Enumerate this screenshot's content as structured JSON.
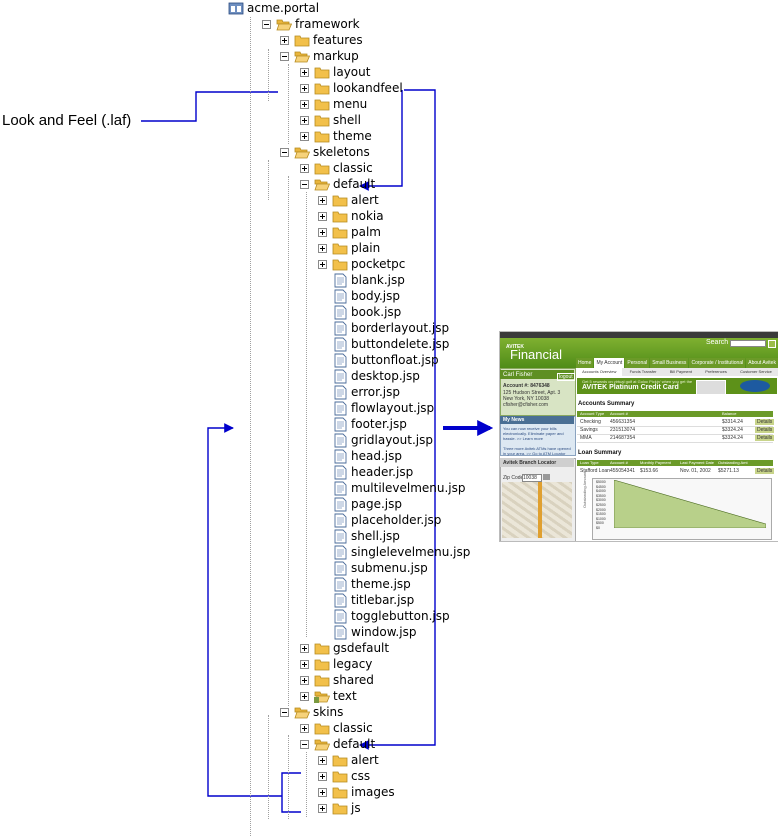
{
  "caption": "Look and Feel (.laf)",
  "tree": [
    {
      "label": "acme.portal",
      "level": 0,
      "toggle": "none",
      "icon": "portal"
    },
    {
      "label": "framework",
      "level": 1,
      "toggle": "minus",
      "icon": "folder-open"
    },
    {
      "label": "features",
      "level": 2,
      "toggle": "plus",
      "icon": "folder"
    },
    {
      "label": "markup",
      "level": 2,
      "toggle": "minus",
      "icon": "folder-open"
    },
    {
      "label": "layout",
      "level": 3,
      "toggle": "plus",
      "icon": "folder"
    },
    {
      "label": "lookandfeel",
      "level": 3,
      "toggle": "plus",
      "icon": "folder"
    },
    {
      "label": "menu",
      "level": 3,
      "toggle": "plus",
      "icon": "folder"
    },
    {
      "label": "shell",
      "level": 3,
      "toggle": "plus",
      "icon": "folder"
    },
    {
      "label": "theme",
      "level": 3,
      "toggle": "plus",
      "icon": "folder"
    },
    {
      "label": "skeletons",
      "level": 2,
      "toggle": "minus",
      "icon": "folder-open"
    },
    {
      "label": "classic",
      "level": 3,
      "toggle": "plus",
      "icon": "folder"
    },
    {
      "label": "default",
      "level": 3,
      "toggle": "minus",
      "icon": "folder-open"
    },
    {
      "label": "alert",
      "level": 4,
      "toggle": "plus",
      "icon": "folder"
    },
    {
      "label": "nokia",
      "level": 4,
      "toggle": "plus",
      "icon": "folder"
    },
    {
      "label": "palm",
      "level": 4,
      "toggle": "plus",
      "icon": "folder"
    },
    {
      "label": "plain",
      "level": 4,
      "toggle": "plus",
      "icon": "folder"
    },
    {
      "label": "pocketpc",
      "level": 4,
      "toggle": "plus",
      "icon": "folder"
    },
    {
      "label": "blank.jsp",
      "level": 4,
      "toggle": "none",
      "icon": "file"
    },
    {
      "label": "body.jsp",
      "level": 4,
      "toggle": "none",
      "icon": "file"
    },
    {
      "label": "book.jsp",
      "level": 4,
      "toggle": "none",
      "icon": "file"
    },
    {
      "label": "borderlayout.jsp",
      "level": 4,
      "toggle": "none",
      "icon": "file"
    },
    {
      "label": "buttondelete.jsp",
      "level": 4,
      "toggle": "none",
      "icon": "file"
    },
    {
      "label": "buttonfloat.jsp",
      "level": 4,
      "toggle": "none",
      "icon": "file"
    },
    {
      "label": "desktop.jsp",
      "level": 4,
      "toggle": "none",
      "icon": "file"
    },
    {
      "label": "error.jsp",
      "level": 4,
      "toggle": "none",
      "icon": "file"
    },
    {
      "label": "flowlayout.jsp",
      "level": 4,
      "toggle": "none",
      "icon": "file"
    },
    {
      "label": "footer.jsp",
      "level": 4,
      "toggle": "none",
      "icon": "file"
    },
    {
      "label": "gridlayout.jsp",
      "level": 4,
      "toggle": "none",
      "icon": "file"
    },
    {
      "label": "head.jsp",
      "level": 4,
      "toggle": "none",
      "icon": "file"
    },
    {
      "label": "header.jsp",
      "level": 4,
      "toggle": "none",
      "icon": "file"
    },
    {
      "label": "multilevelmenu.jsp",
      "level": 4,
      "toggle": "none",
      "icon": "file"
    },
    {
      "label": "page.jsp",
      "level": 4,
      "toggle": "none",
      "icon": "file"
    },
    {
      "label": "placeholder.jsp",
      "level": 4,
      "toggle": "none",
      "icon": "file"
    },
    {
      "label": "shell.jsp",
      "level": 4,
      "toggle": "none",
      "icon": "file"
    },
    {
      "label": "singlelevelmenu.jsp",
      "level": 4,
      "toggle": "none",
      "icon": "file"
    },
    {
      "label": "submenu.jsp",
      "level": 4,
      "toggle": "none",
      "icon": "file"
    },
    {
      "label": "theme.jsp",
      "level": 4,
      "toggle": "none",
      "icon": "file"
    },
    {
      "label": "titlebar.jsp",
      "level": 4,
      "toggle": "none",
      "icon": "file"
    },
    {
      "label": "togglebutton.jsp",
      "level": 4,
      "toggle": "none",
      "icon": "file"
    },
    {
      "label": "window.jsp",
      "level": 4,
      "toggle": "none",
      "icon": "file"
    },
    {
      "label": "gsdefault",
      "level": 3,
      "toggle": "plus",
      "icon": "folder"
    },
    {
      "label": "legacy",
      "level": 3,
      "toggle": "plus",
      "icon": "folder"
    },
    {
      "label": "shared",
      "level": 3,
      "toggle": "plus",
      "icon": "folder"
    },
    {
      "label": "text",
      "level": 3,
      "toggle": "plus",
      "icon": "folder-special"
    },
    {
      "label": "skins",
      "level": 2,
      "toggle": "minus",
      "icon": "folder-open"
    },
    {
      "label": "classic",
      "level": 3,
      "toggle": "plus",
      "icon": "folder"
    },
    {
      "label": "default",
      "level": 3,
      "toggle": "minus",
      "icon": "folder-open"
    },
    {
      "label": "alert",
      "level": 4,
      "toggle": "plus",
      "icon": "folder"
    },
    {
      "label": "css",
      "level": 4,
      "toggle": "plus",
      "icon": "folder"
    },
    {
      "label": "images",
      "level": 4,
      "toggle": "plus",
      "icon": "folder"
    },
    {
      "label": "js",
      "level": 4,
      "toggle": "plus",
      "icon": "folder"
    }
  ],
  "screenshot": {
    "brand": "AVITEK",
    "product": "Financial",
    "search_label": "Search",
    "nav_tabs": [
      "Home",
      "My Account",
      "Personal",
      "Small Business",
      "Corporate / Institutional",
      "About Avitek"
    ],
    "sub_tabs": [
      "Accounts Overview",
      "Funds Transfer",
      "Bill Payment",
      "Preferences",
      "Customer Service"
    ],
    "user_name": "Carl Fisher",
    "logout": "logout",
    "account_no": "Account #: 8476348",
    "address": [
      "125 Hudson Street, Apt. 3",
      "New York, NY 10038",
      "cfisher@cfisher.com"
    ],
    "promo": "AVITEK Platinum Credit Card",
    "promo_small": "Get 5 rewards on virtual golf at Goloc Pickin' when you get the",
    "news_title": "My News",
    "news_text": [
      "You can now receive your bills",
      "electronically. Eliminate paper and",
      "hassle. >> Learn more",
      "",
      "Three more Avitek ATMs have opened",
      "in your area. >> Go to ATM Locator"
    ],
    "locator_title": "Avitek Branch Locator",
    "zip_label": "Zip Code:",
    "zip_value": "10038",
    "accounts_title": "Accounts Summary",
    "accounts_headers": [
      "Account Type",
      "Account #",
      "Balance"
    ],
    "accounts": [
      {
        "type": "Checking",
        "num": "456631354",
        "bal": "$3314.24"
      },
      {
        "type": "Savings",
        "num": "231513074",
        "bal": "$3324.24"
      },
      {
        "type": "MMA",
        "num": "214687354",
        "bal": "$3324.24"
      }
    ],
    "details": "Details",
    "loan_title": "Loan Summary",
    "loan_headers": [
      "Loan Type",
      "Account #",
      "Monthly Payment",
      "Last Payment Date",
      "Outstanding Amt"
    ],
    "loan": {
      "type": "Stafford Loan",
      "num": "455054341",
      "pay": "$153.66",
      "date": "Nov. 01, 2002",
      "amt": "$5271.13"
    },
    "loan_axis": [
      "$5000",
      "$4500",
      "$4000",
      "$3500",
      "$3000",
      "$2500",
      "$2000",
      "$1500",
      "$1000",
      "$500",
      "$0"
    ],
    "loan_axis_title": "Outstanding Amount"
  },
  "colors": {
    "arrow": "#0000cc",
    "tree_line": "#a0a0a0",
    "folder": "#f2c04a",
    "green": "#6a9a1f",
    "dark_green": "#3f6e10"
  }
}
